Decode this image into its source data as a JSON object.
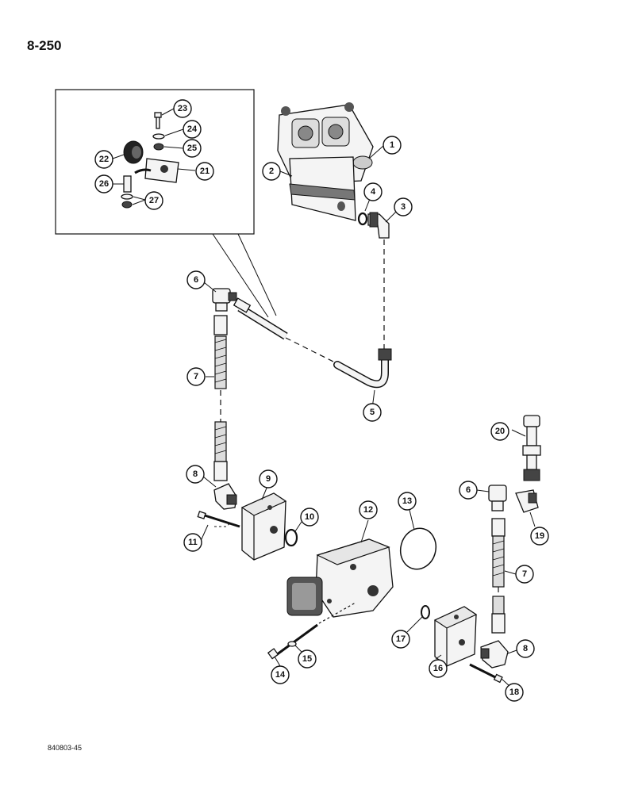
{
  "page": {
    "number": "8-250",
    "figure_id": "840803-45"
  },
  "callouts": [
    "1",
    "2",
    "3",
    "4",
    "5",
    "6",
    "7",
    "8",
    "9",
    "10",
    "11",
    "12",
    "13",
    "14",
    "15",
    "16",
    "17",
    "18",
    "19",
    "20",
    "21",
    "22",
    "23",
    "24",
    "25",
    "26",
    "27"
  ],
  "callouts_repeat": {
    "c6b": "6",
    "c7b": "7",
    "c8b": "8"
  }
}
